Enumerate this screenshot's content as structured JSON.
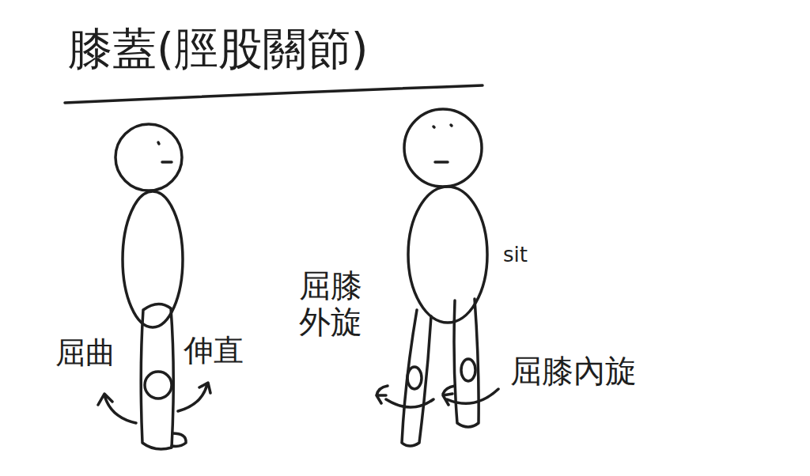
{
  "diagram": {
    "title": "膝蓋(脛股關節)",
    "labels": [
      "屈曲",
      "伸直",
      "屈膝 外旋",
      "sit",
      "屈膝內旋"
    ]
  }
}
